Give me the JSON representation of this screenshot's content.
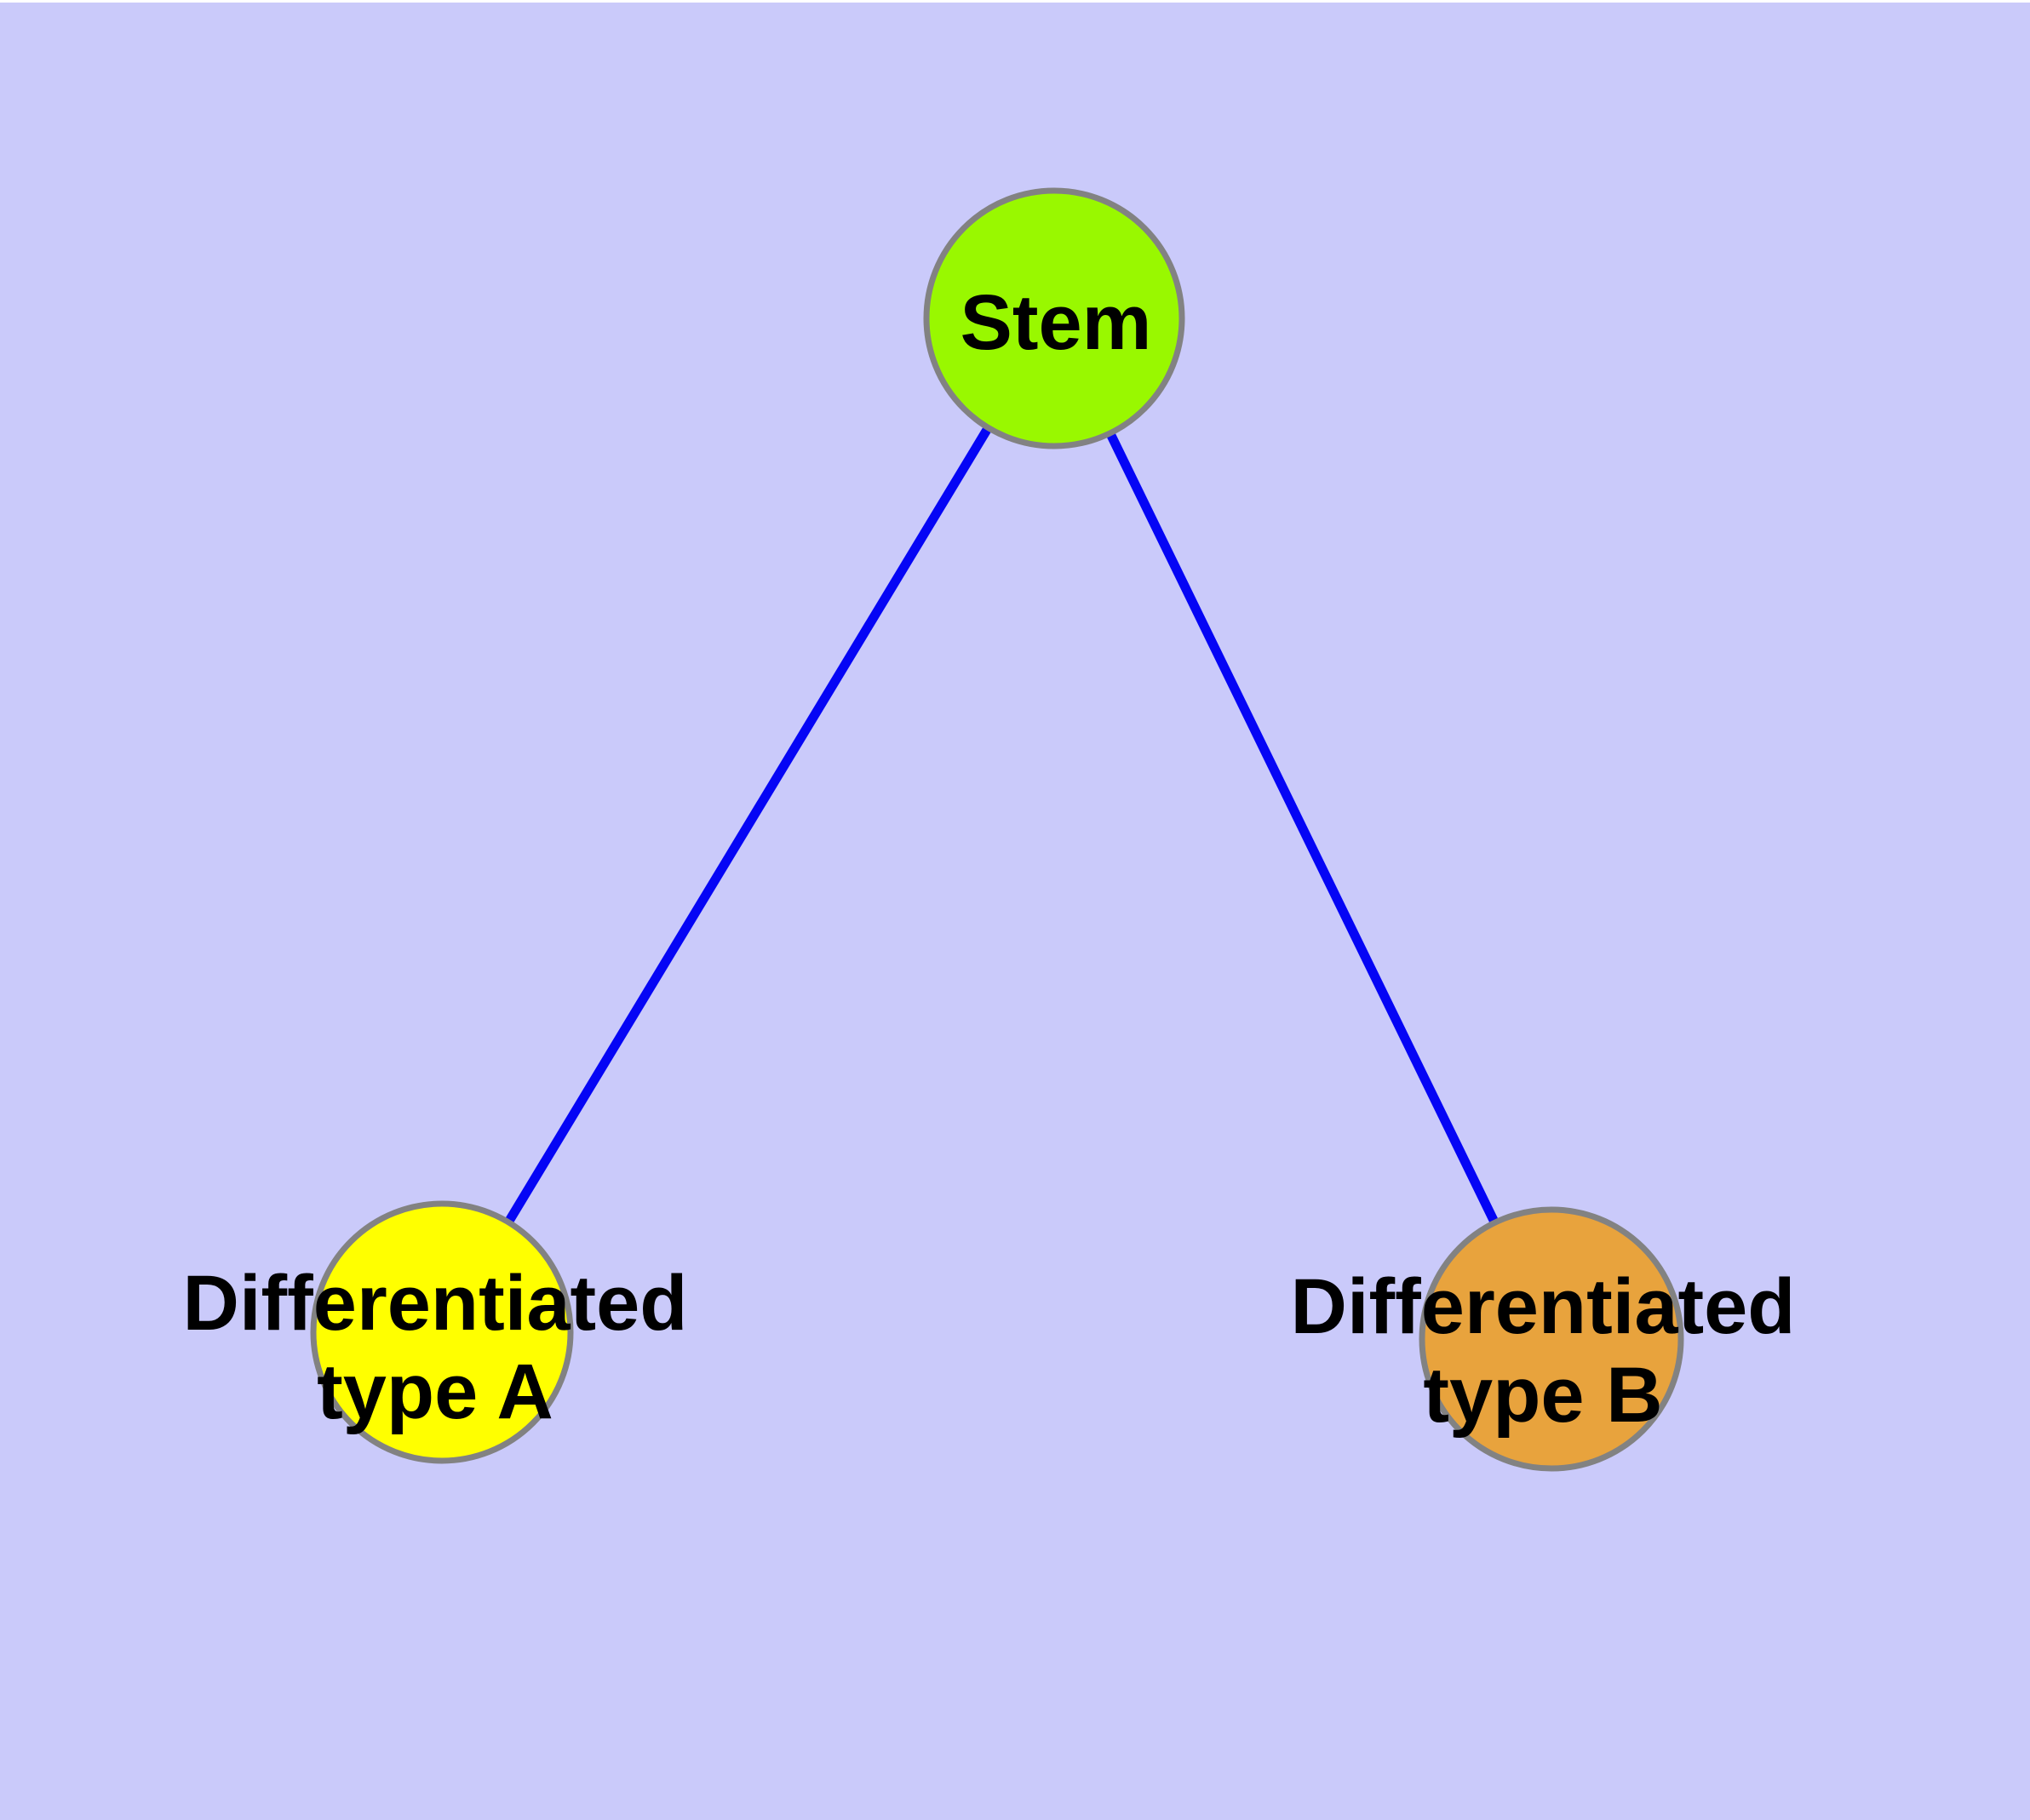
{
  "diagram": {
    "background_color": "#CACAFA",
    "edge_color": "#0505F5",
    "node_border_color": "#828282",
    "label_color": "#000000",
    "nodes": [
      {
        "id": "stem",
        "label": "Stem",
        "lines": [
          "Stem"
        ],
        "fill": "#99F800"
      },
      {
        "id": "differentiated-type-a",
        "label": "Differentiated type A",
        "lines": [
          "Differentiated",
          "type A"
        ],
        "fill": "#FFFF00"
      },
      {
        "id": "differentiated-type-b",
        "label": "Differentiated type B",
        "lines": [
          "Differentiated",
          "type B"
        ],
        "fill": "#E8A33D"
      }
    ],
    "edges": [
      {
        "from": "Stem",
        "to": "Differentiated type A"
      },
      {
        "from": "Stem",
        "to": "Differentiated type B"
      }
    ]
  }
}
